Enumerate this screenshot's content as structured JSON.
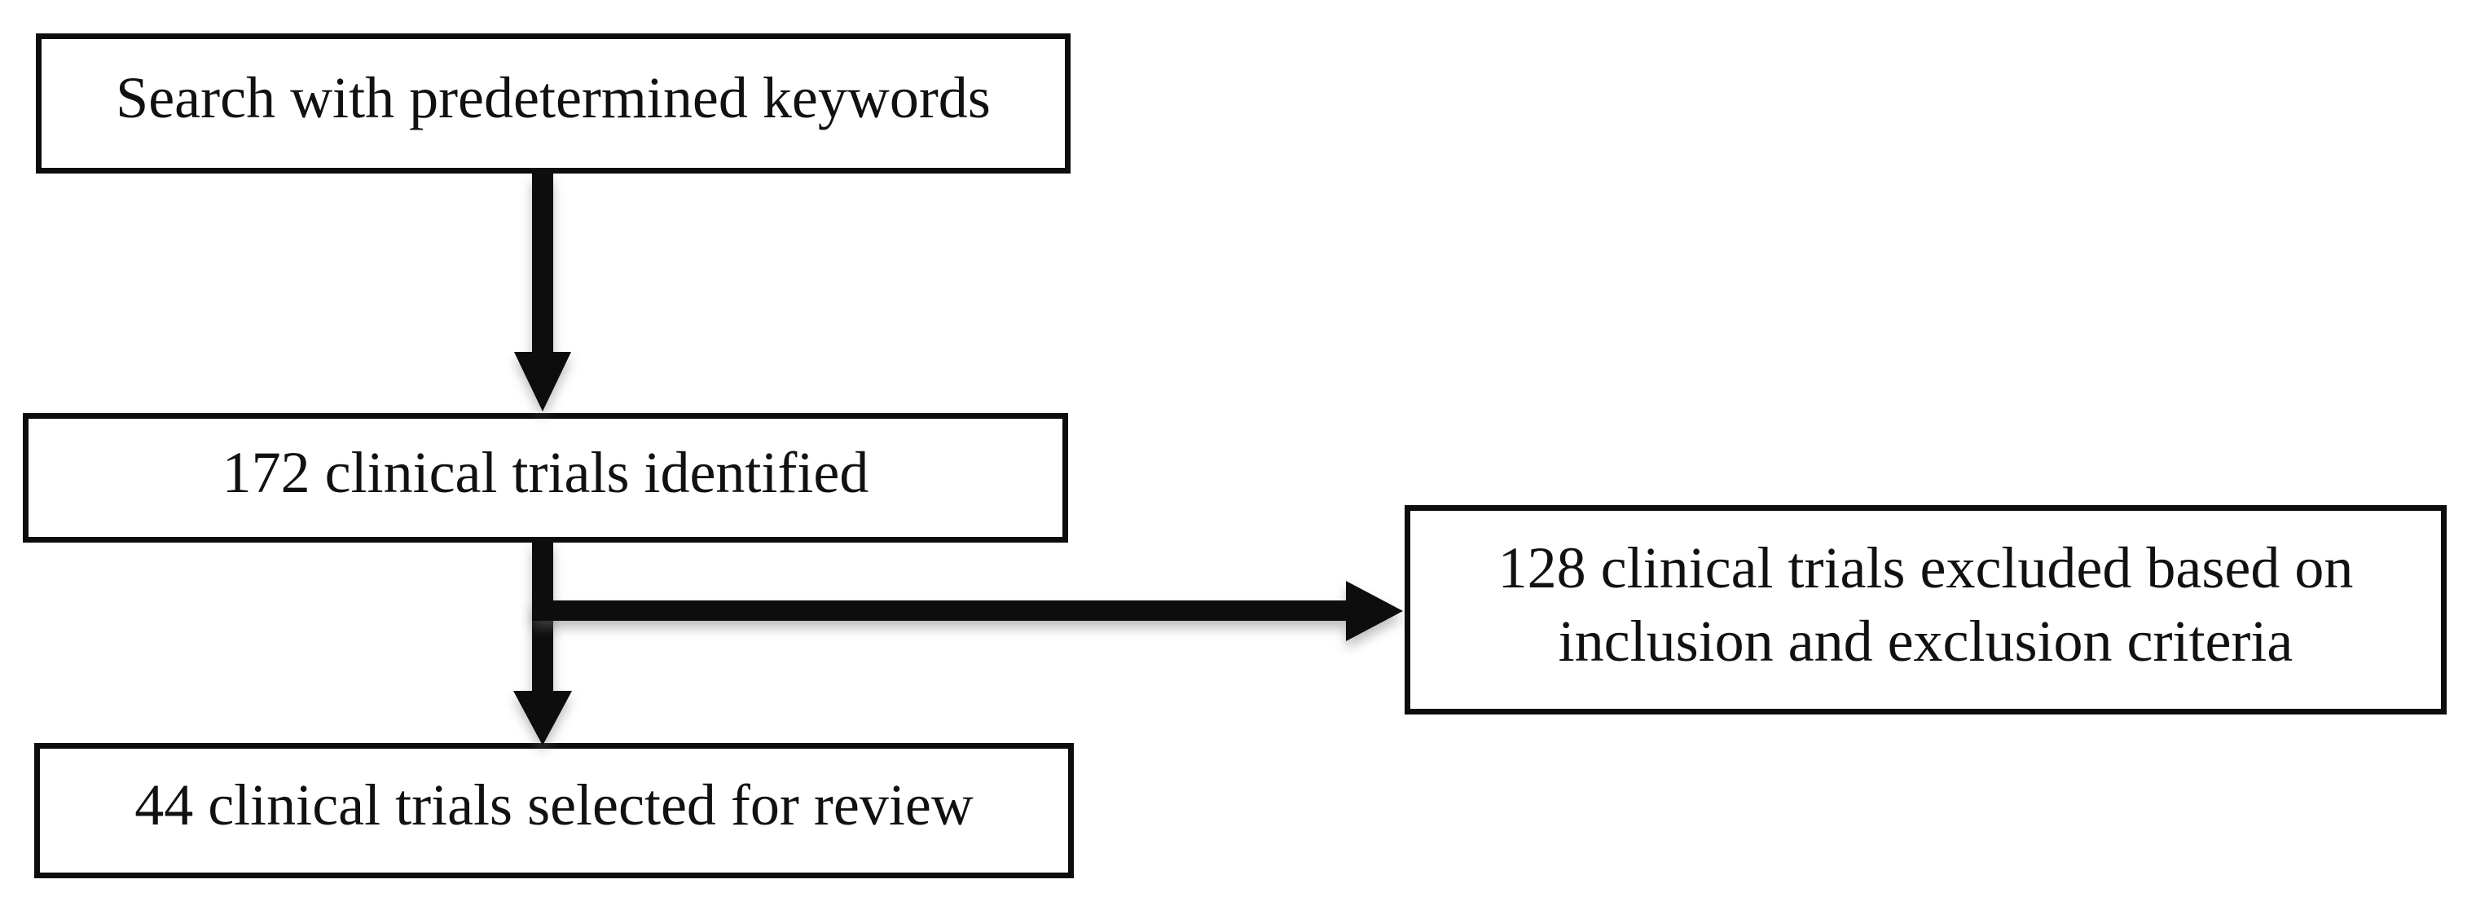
{
  "flowchart": {
    "boxes": [
      {
        "id": "search",
        "label": "Search with predetermined keywords"
      },
      {
        "id": "identified",
        "label": "172 clinical trials identified",
        "count": 172
      },
      {
        "id": "excluded",
        "label": "128 clinical trials excluded based on inclusion and exclusion criteria",
        "lines": [
          "128 clinical trials excluded based on",
          "inclusion and exclusion criteria"
        ],
        "count": 128
      },
      {
        "id": "selected",
        "label": "44 clinical trials selected for review",
        "count": 44
      }
    ],
    "colors": {
      "background": "#ffffff",
      "box_border": "#0d0d0d",
      "text": "#111111",
      "arrow": "#0d0d0d"
    }
  }
}
